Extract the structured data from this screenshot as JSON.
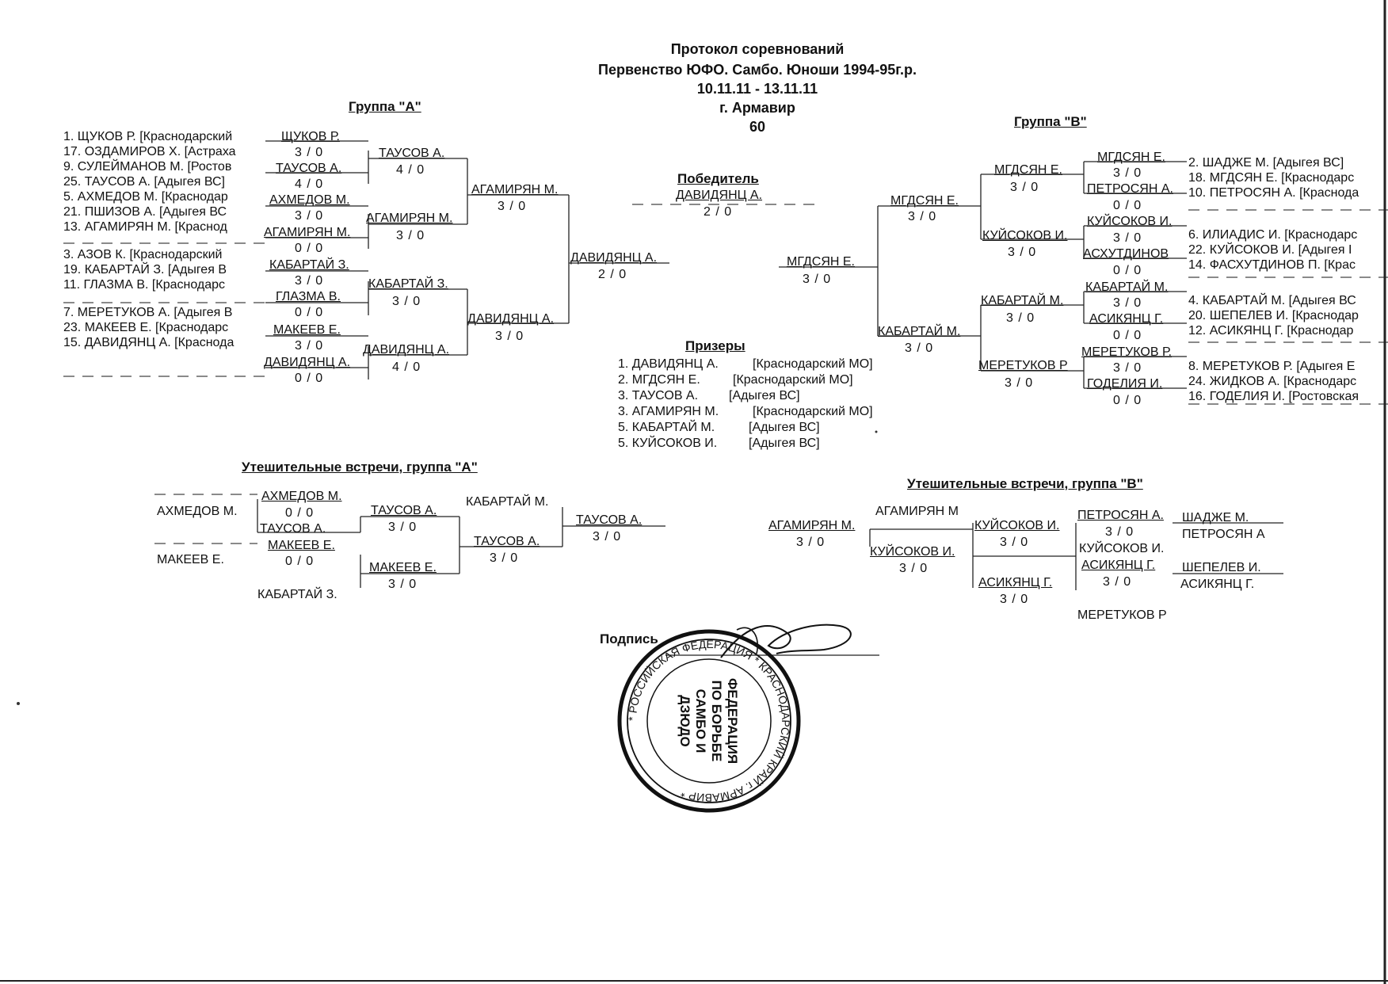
{
  "header": {
    "title": "Протокол соревнований",
    "event": "Первенство ЮФО. Самбо. Юноши 1994-95г.р.",
    "dates": "10.11.11 - 13.11.11",
    "city": "г. Армавир",
    "weight": "60"
  },
  "group_a": {
    "title": "Группа \"А\"",
    "seeds": [
      "1. ЩУКОВ Р.  [Краснодарский",
      "17. ОЗДАМИРОВ Х.  [Астраха",
      "9. СУЛЕЙМАНОВ М.  [Ростов",
      "25. ТАУСОВ А.  [Адыгея  ВС]",
      "5. АХМЕДОВ М.  [Краснодар",
      "21. ПШИЗОВ А.  [Адыгея  ВС",
      "13. АГАМИРЯН М.  [Краснод",
      "3. АЗОВ К.  [Краснодарский",
      "19. КАБАРТАЙ З.  [Адыгея  В",
      "11. ГЛАЗМА В.  [Краснодарс",
      "7. МЕРЕТУКОВ А.  [Адыгея  В",
      "23. МАКЕЕВ Е.  [Краснодарс",
      "15. ДАВИДЯНЦ А.  [Краснода"
    ],
    "r1": [
      {
        "name": "ЩУКОВ Р.",
        "score": "3  /  0"
      },
      {
        "name": "ТАУСОВ А.",
        "score": "4  /  0"
      },
      {
        "name": "АХМЕДОВ М.",
        "score": "3  /  0"
      },
      {
        "name": "АГАМИРЯН М.",
        "score": "0  /  0"
      },
      {
        "name": "КАБАРТАЙ З.",
        "score": "3  /  0"
      },
      {
        "name": "ГЛАЗМА В.",
        "score": "0  /  0"
      },
      {
        "name": "МАКЕЕВ Е.",
        "score": "3  /  0"
      },
      {
        "name": "ДАВИДЯНЦ А.",
        "score": "0  /  0"
      }
    ],
    "r2": [
      {
        "name": "ТАУСОВ А.",
        "score": "4  /  0"
      },
      {
        "name": "АГАМИРЯН М.",
        "score": "3  /  0"
      },
      {
        "name": "КАБАРТАЙ З.",
        "score": "3  /  0"
      },
      {
        "name": "ДАВИДЯНЦ А.",
        "score": "4  /  0"
      }
    ],
    "r3": [
      {
        "name": "АГАМИРЯН М.",
        "score": "3  /  0"
      },
      {
        "name": "ДАВИДЯНЦ А.",
        "score": "3  /  0"
      }
    ],
    "final": {
      "name": "ДАВИДЯНЦ А.",
      "score": "2  /  0"
    }
  },
  "winner": {
    "title": "Победитель",
    "name": "ДАВИДЯНЦ А.",
    "score": "2  /  0"
  },
  "group_b": {
    "title": "Группа  \"В\"",
    "seeds": [
      "2. ШАДЖЕ М.  [Адыгея  ВС]",
      "18. МГДСЯН Е.  [Краснодарс",
      "10. ПЕТРОСЯН А.  [Краснода",
      "6. ИЛИАДИС И.  [Краснодарс",
      "22. КУЙСОКОВ И.  [Адыгея  I",
      "14. ФАСХУТДИНОВ П.  [Крас",
      "4. КАБАРТАЙ М.  [Адыгея  ВС",
      "20. ШЕПЕЛЕВ И.  [Краснодар",
      "12. АСИКЯНЦ Г.  [Краснодар",
      "8. МЕРЕТУКОВ Р.  [Адыгея  Е",
      "24. ЖИДКОВ А.  [Краснодарс",
      "16. ГОДЕЛИЯ И.  [Ростовская"
    ],
    "r1": [
      {
        "name": "МГДСЯН Е.",
        "score": "3  /  0"
      },
      {
        "name": "ПЕТРОСЯН А.",
        "score": "0  /  0"
      },
      {
        "name": "КУЙСОКОВ И.",
        "score": "3  /  0"
      },
      {
        "name": "АСХУТДИНОВ",
        "score": "0  /  0"
      },
      {
        "name": "КАБАРТАЙ М.",
        "score": "3  /  0"
      },
      {
        "name": "АСИКЯНЦ Г.",
        "score": "0  /  0"
      },
      {
        "name": "МЕРЕТУКОВ Р.",
        "score": "3  /  0"
      },
      {
        "name": "ГОДЕЛИЯ И.",
        "score": "0  /  0"
      }
    ],
    "r2": [
      {
        "name": "МГДСЯН Е.",
        "score": "3  /  0"
      },
      {
        "name": "КУЙСОКОВ И.",
        "score": "3  /  0"
      },
      {
        "name": "КАБАРТАЙ М.",
        "score": "3  /  0"
      },
      {
        "name": "МЕРЕТУКОВ Р",
        "score": "3  /  0"
      }
    ],
    "r3": [
      {
        "name": "МГДСЯН Е.",
        "score": "3  /  0"
      },
      {
        "name": "КАБАРТАЙ М.",
        "score": "3  /  0"
      }
    ],
    "final": {
      "name": "МГДСЯН Е.",
      "score": "3  /  0"
    }
  },
  "prizers": {
    "title": "Призеры",
    "items": [
      {
        "place": "1. ДАВИДЯНЦ А.",
        "team": "[Краснодарский  МО]"
      },
      {
        "place": "2. МГДСЯН Е.",
        "team": "[Краснодарский  МО]"
      },
      {
        "place": "3. ТАУСОВ А.",
        "team": "[Адыгея  ВС]"
      },
      {
        "place": "3. АГАМИРЯН М.",
        "team": "[Краснодарский  МО]"
      },
      {
        "place": "5. КАБАРТАЙ М.",
        "team": "[Адыгея  ВС]"
      },
      {
        "place": "5. КУЙСОКОВ И.",
        "team": "[Адыгея  ВС]"
      }
    ]
  },
  "repechage_a": {
    "title": "Утешительные встречи, группа \"А\"",
    "entrants": [
      "АХМЕДОВ М.",
      "МАКЕЕВ Е.",
      "КАБАРТАЙ З.",
      "КАБАРТАЙ М."
    ],
    "m1": {
      "top": "АХМЕДОВ М.",
      "score": "0  /  0",
      "bottom": "ТАУСОВ А."
    },
    "m2": {
      "top": "МАКЕЕВ Е.",
      "score": "0  /  0"
    },
    "m3": {
      "name": "ТАУСОВ А.",
      "score": "3  /  0"
    },
    "m4": {
      "name": "МАКЕЕВ Е.",
      "score": "3  /  0"
    },
    "m5": {
      "name": "ТАУСОВ А.",
      "score": "3  /  0"
    },
    "final": {
      "name": "ТАУСОВ А.",
      "score": "3  /  0"
    }
  },
  "repechage_b": {
    "title": "Утешительные встречи, группа \"В\"",
    "left": [
      {
        "name": "АГАМИРЯН М.",
        "score": "3  /  0"
      },
      {
        "name": "АГАМИРЯН М"
      },
      {
        "name": "КУЙСОКОВ И.",
        "score": "3  /  0"
      },
      {
        "name": "КУЙСОКОВ И.",
        "score": "3  /  0"
      },
      {
        "name": "АСИКЯНЦ Г.",
        "score": "3  /  0"
      }
    ],
    "right": [
      {
        "name": "ПЕТРОСЯН А.",
        "score": "3  /  0"
      },
      {
        "name": "КУЙСОКОВ И."
      },
      {
        "name": "АСИКЯНЦ Г.",
        "score": "3  /  0"
      },
      {
        "name": "МЕРЕТУКОВ Р"
      }
    ],
    "entrants": [
      "ШАДЖЕ М.",
      "ПЕТРОСЯН А",
      "ШЕПЕЛЕВ И.",
      "АСИКЯНЦ Г."
    ]
  },
  "signature": {
    "label": "Подпись",
    "stamp_text_outer": "* РОССИЙСКАЯ ФЕДЕРАЦИЯ * КРАСНОДАРСКИЙ КРАЙ г. АРМАВИР *",
    "stamp_text_center": "ФЕДЕРАЦИЯ ПО БОРЬБЕ САМБО И ДЗЮДО"
  }
}
